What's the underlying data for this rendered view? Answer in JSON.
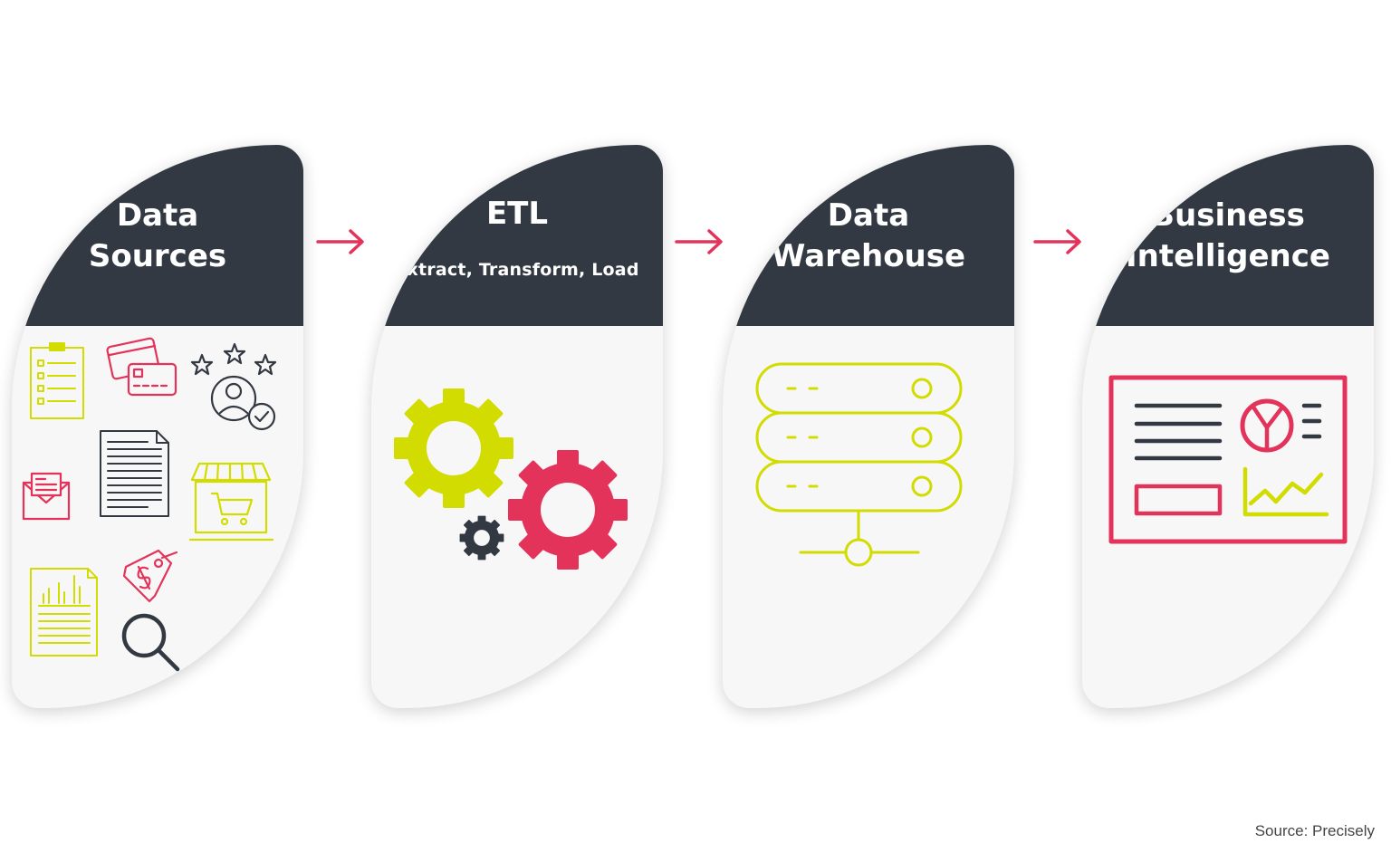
{
  "colors": {
    "dark": "#333943",
    "lime": "#d2dc00",
    "pink": "#e4335a",
    "card_bg": "#f7f7f7"
  },
  "stages": [
    {
      "title": "Data\nSources",
      "icons": [
        "clipboard-checklist-icon",
        "credit-card-icon",
        "star-rating-user-icon",
        "email-icon",
        "document-icon",
        "online-store-icon",
        "report-chart-icon",
        "price-tag-icon",
        "magnifier-icon"
      ]
    },
    {
      "title": "ETL",
      "subtitle": "Extract, Transform, Load",
      "icons": [
        "gears-icon"
      ]
    },
    {
      "title": "Data\nWarehouse",
      "icons": [
        "server-stack-icon"
      ]
    },
    {
      "title": "Business\nIntelligence",
      "icons": [
        "dashboard-icon"
      ]
    }
  ],
  "arrows": [
    "arrow-right-icon",
    "arrow-right-icon",
    "arrow-right-icon"
  ],
  "source": "Source: Precisely"
}
